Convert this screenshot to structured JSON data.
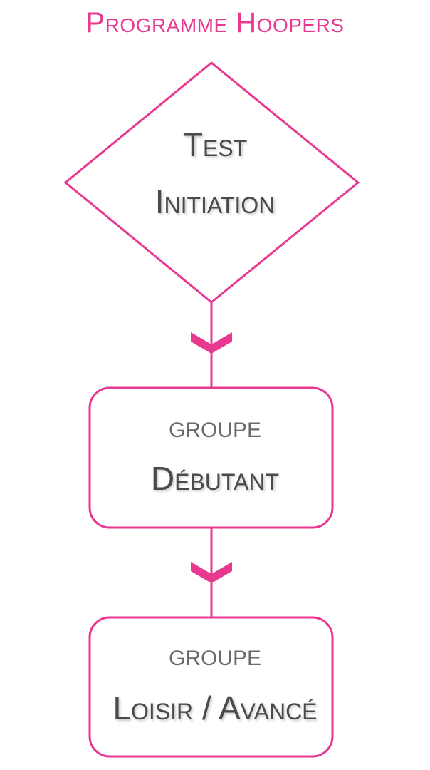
{
  "title": "Programme Hoopers",
  "colors": {
    "accent": "#e8388f",
    "text": "#4a4a4a",
    "muted": "#6a6a6a"
  },
  "nodes": [
    {
      "shape": "diamond",
      "lines": [
        "Test",
        "Initiation"
      ]
    },
    {
      "shape": "rounded-rectangle",
      "kicker": "GROUPE",
      "label": "Débutant"
    },
    {
      "shape": "rounded-rectangle",
      "kicker": "GROUPE",
      "label": "Loisir / Avancé"
    }
  ]
}
